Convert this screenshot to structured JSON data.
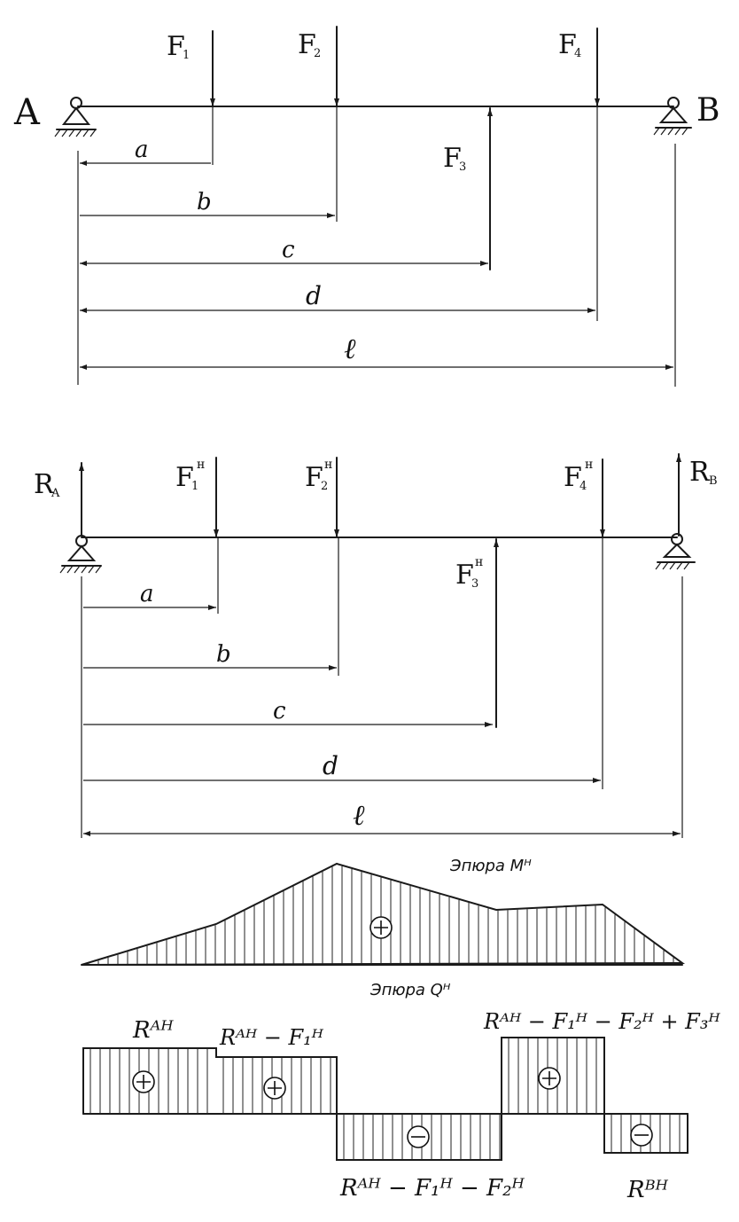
{
  "beam1": {
    "support_left": "A",
    "support_right": "B",
    "forces": [
      "F₁",
      "F₂",
      "F₃",
      "F₄"
    ],
    "dims": [
      "a",
      "b",
      "c",
      "d",
      "ℓ"
    ]
  },
  "beam2": {
    "reactions": [
      "R_A",
      "R_B"
    ],
    "forces": [
      "F₁ᴴ",
      "F₂ᴴ",
      "F₃ᴴ",
      "F₄ᴴ"
    ],
    "dims": [
      "a",
      "b",
      "c",
      "d",
      "ℓ"
    ]
  },
  "moment_diagram": {
    "title": "Эпюра Мᴴ",
    "sign": "+"
  },
  "shear_diagram": {
    "title": "Эпюра Qᴴ",
    "segments": [
      {
        "label": "Rᴬᴴ",
        "sign": "+"
      },
      {
        "label": "Rᴬᴴ − F₁ᴴ",
        "sign": "+"
      },
      {
        "label": "Rᴬᴴ − F₁ᴴ − F₂ᴴ",
        "sign": "−"
      },
      {
        "label": "Rᴬᴴ − F₁ᴴ − F₂ᴴ + F₃ᴴ",
        "sign": "+"
      },
      {
        "label": "Rᴮᴴ",
        "sign": "−"
      }
    ]
  },
  "labels": {
    "A": "A",
    "B": "B",
    "F1": "F",
    "F1s": "1",
    "F2": "F",
    "F2s": "2",
    "F3": "F",
    "F3s": "3",
    "F4": "F",
    "F4s": "4",
    "a": "a",
    "b": "b",
    "c": "c",
    "d": "d",
    "l": "ℓ",
    "RA": "R",
    "RAs": "A",
    "RB": "R",
    "RBs": "B",
    "H": "н",
    "epM": "Эпюра Мᴴ",
    "epQ": "Эпюра Qᴴ",
    "q1": "Rᴬᴴ",
    "q2": "Rᴬᴴ − F₁ᴴ",
    "q3": "Rᴬᴴ − F₁ᴴ − F₂ᴴ",
    "q4": "Rᴬᴴ − F₁ᴴ − F₂ᴴ + F₃ᴴ",
    "q5": "Rᴮᴴ"
  }
}
